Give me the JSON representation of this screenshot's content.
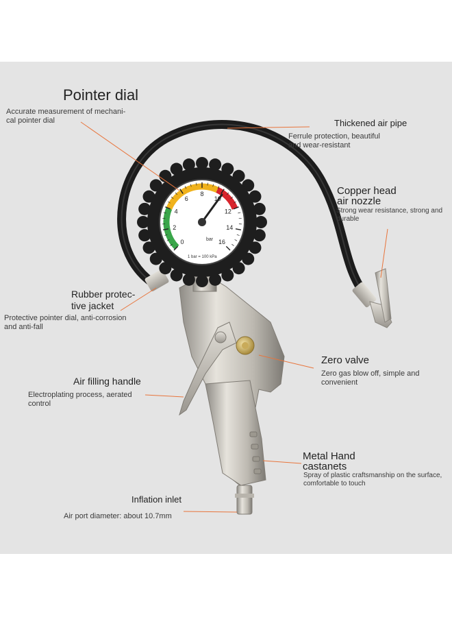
{
  "gauge": {
    "numbers": [
      "0",
      "2",
      "4",
      "6",
      "8",
      "10",
      "12",
      "14",
      "16"
    ],
    "unit": "bar",
    "note": "1 bar = 100 kPa"
  },
  "labels": {
    "pointer_dial": {
      "title": "Pointer dial",
      "desc": "Accurate measurement of mechani-\ncal pointer dial"
    },
    "air_pipe": {
      "title": "Thickened air pipe",
      "desc": "Ferrule protection, beautiful\nand wear-resistant"
    },
    "copper_head": {
      "title": "Copper head\nair nozzle",
      "desc": "Strong wear resistance, strong and\ndurable"
    },
    "rubber_jacket": {
      "title": "Rubber protec-\ntive jacket",
      "desc": "Protective pointer dial, anti-corrosion\nand anti-fall"
    },
    "zero_valve": {
      "title": "Zero valve",
      "desc": "Zero gas blow off, simple and\nconvenient"
    },
    "air_handle": {
      "title": "Air filling handle",
      "desc": "Electroplating process, aerated\ncontrol"
    },
    "metal_hand": {
      "title": "Metal Hand\ncastanets",
      "desc": "Spray of plastic craftsmanship on the surface,\ncomfortable to touch"
    },
    "inflation_inlet": {
      "title": "Inflation inlet",
      "desc": "Air port diameter: about 10.7mm"
    }
  },
  "colors": {
    "leader": "#e8743b",
    "hose": "#1c1c1c",
    "metal": "#c9c6bf",
    "panel": "#e4e4e4"
  }
}
